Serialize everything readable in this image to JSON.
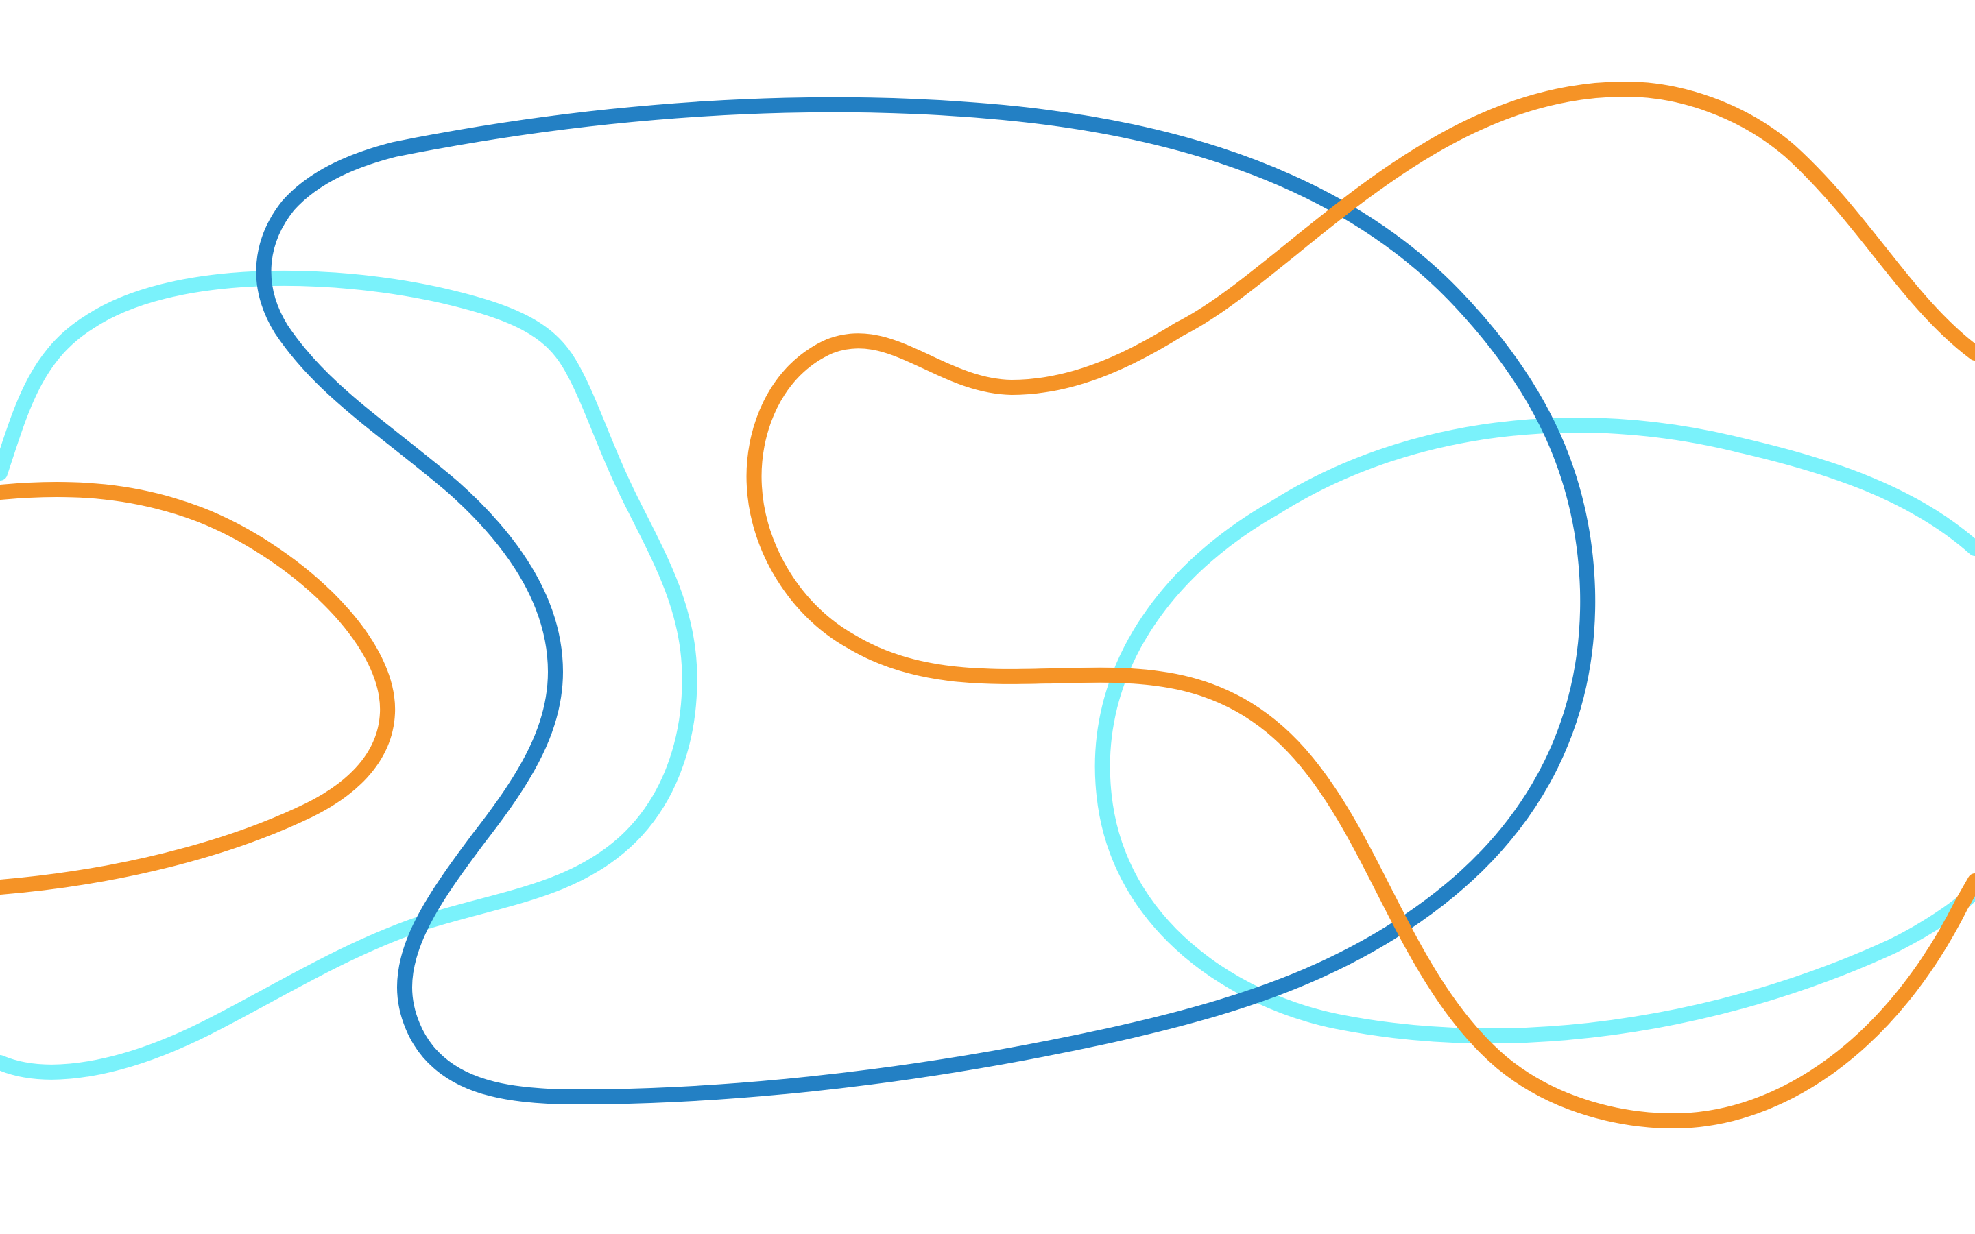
{
  "background_color": "#ffffff",
  "curves": [
    {
      "name": "blue-loop",
      "color": "#2380c4"
    },
    {
      "name": "cyan-loop",
      "color": "#7af2fb"
    },
    {
      "name": "orange-loop",
      "color": "#f59326"
    }
  ]
}
